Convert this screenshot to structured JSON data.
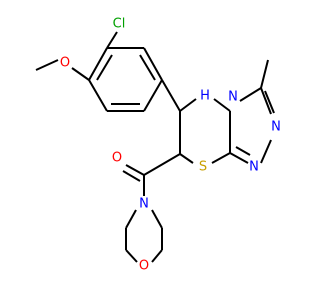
{
  "molecule": {
    "atoms": {
      "chlorine": {
        "label": "Cl",
        "color": "#00a000"
      },
      "methoxy_oxygen": {
        "label": "O",
        "color": "#ff0000"
      },
      "nh": {
        "label": "H",
        "color": "#0000ff"
      },
      "n_ring_upper": {
        "label": "N",
        "color": "#0000ff"
      },
      "n_triazole_1": {
        "label": "N",
        "color": "#0000ff"
      },
      "n_triazole_2": {
        "label": "N",
        "color": "#0000ff"
      },
      "sulfur": {
        "label": "S",
        "color": "#c8a000"
      },
      "carbonyl_oxygen": {
        "label": "O",
        "color": "#ff0000"
      },
      "amide_nitrogen": {
        "label": "N",
        "color": "#0000ff"
      },
      "morpholine_oxygen": {
        "label": "O",
        "color": "#ff0000"
      }
    },
    "bond_color": "#000000"
  }
}
